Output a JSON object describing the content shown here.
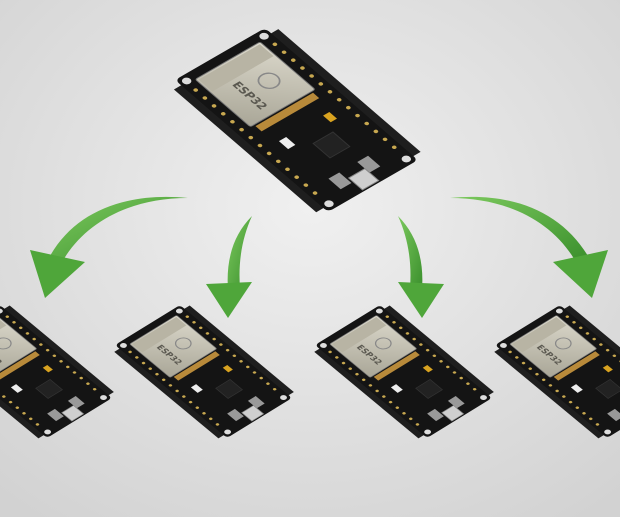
{
  "image": {
    "subject": "esp32-dev-boards",
    "colors": {
      "background": "#e6e6e6",
      "board": "#141414",
      "module": "#c9c6b8",
      "arrow": "#4fa63a",
      "arrow_dark": "#2f7d25"
    },
    "module_marking": "ESP32",
    "boards": [
      {
        "id": "source-board"
      },
      {
        "id": "target-board-1"
      },
      {
        "id": "target-board-2"
      },
      {
        "id": "target-board-3"
      },
      {
        "id": "target-board-4"
      }
    ]
  }
}
